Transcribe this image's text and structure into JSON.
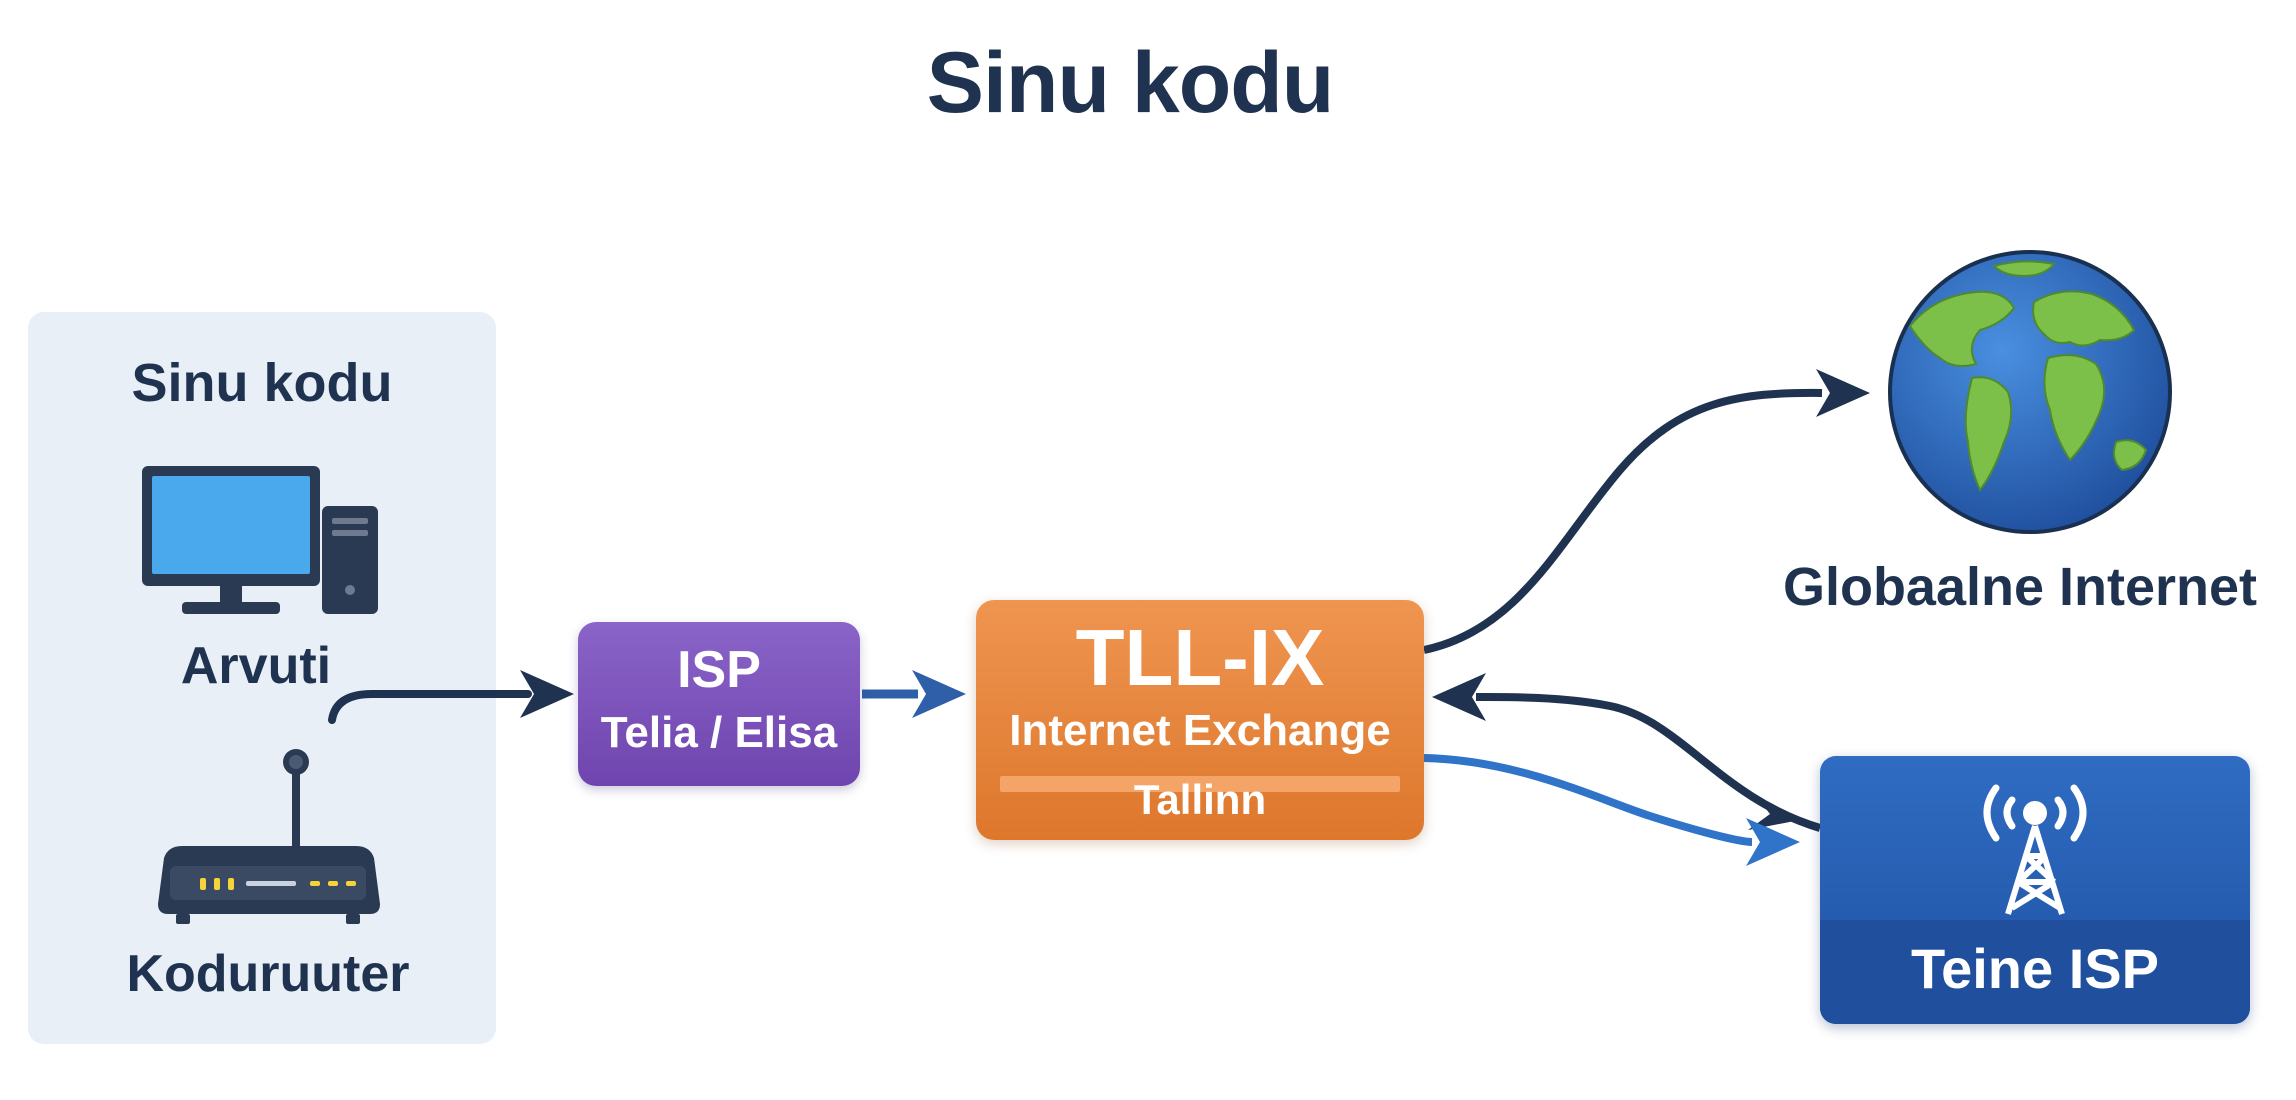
{
  "title": "Sinu kodu",
  "home": {
    "title": "Sinu kodu",
    "computer_label": "Arvuti",
    "router_label": "Koduruuter"
  },
  "isp": {
    "title": "ISP",
    "providers": "Telia / Elisa"
  },
  "exchange": {
    "title": "TLL-IX",
    "subtitle": "Internet Exchange",
    "city": "Tallinn"
  },
  "global_internet": {
    "label": "Globaalne Internet"
  },
  "other_isp": {
    "label": "Teine ISP"
  },
  "colors": {
    "navy": "#1f3350",
    "home_panel": "#e8eff6",
    "isp_purple": "#7a52b8",
    "ix_orange": "#e6843a",
    "other_isp_blue": "#2a60b4",
    "link_dark": "#1f3350",
    "link_blue": "#2f74c9"
  },
  "icons": [
    "computer-icon",
    "router-icon",
    "globe-icon",
    "cell-tower-icon"
  ]
}
